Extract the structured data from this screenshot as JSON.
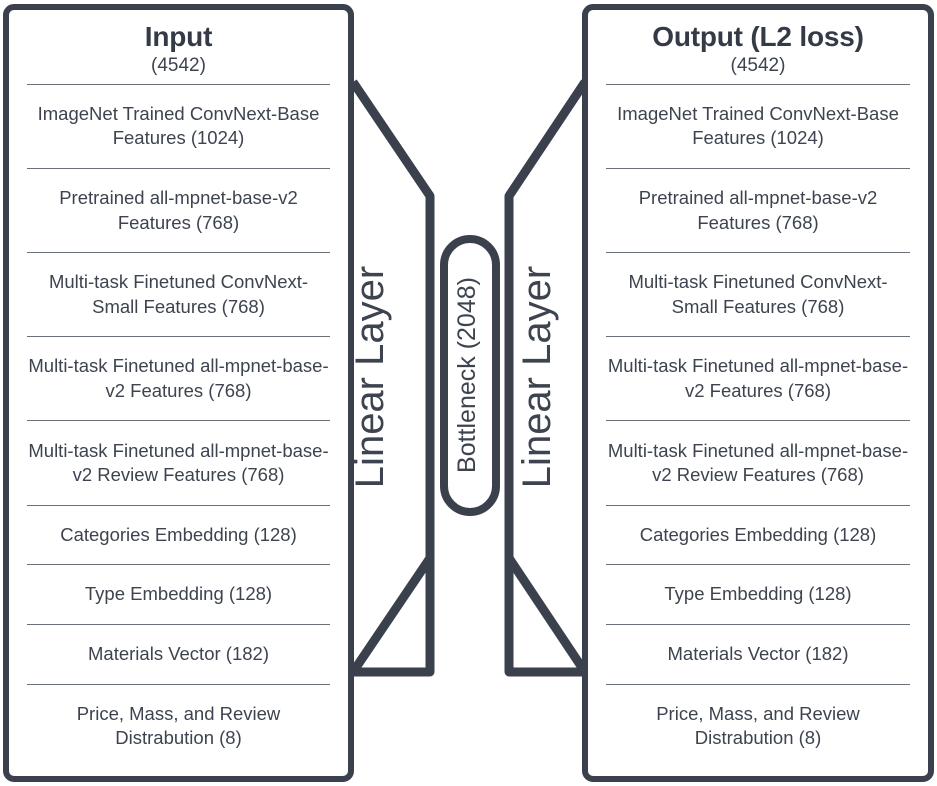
{
  "diagram": {
    "type": "autoencoder-architecture",
    "accent_color": "#3a414d",
    "separator_color": "#6b7178",
    "background_color": "#ffffff",
    "input_panel": {
      "title": "Input",
      "subtitle": "(4542)",
      "rows": [
        "ImageNet Trained ConvNext-Base Features (1024)",
        "Pretrained all-mpnet-base-v2 Features (768)",
        "Multi-task Finetuned ConvNext-Small Features (768)",
        "Multi-task Finetuned all-mpnet-base-v2 Features (768)",
        "Multi-task Finetuned all-mpnet-base-v2 Review Features (768)",
        "Categories Embedding (128)",
        "Type Embedding (128)",
        "Materials Vector (182)",
        "Price, Mass, and Review Distrabution (8)"
      ]
    },
    "output_panel": {
      "title": "Output (L2 loss)",
      "subtitle": "(4542)",
      "rows": [
        "ImageNet Trained ConvNext-Base Features (1024)",
        "Pretrained all-mpnet-base-v2 Features (768)",
        "Multi-task Finetuned ConvNext-Small Features (768)",
        "Multi-task Finetuned all-mpnet-base-v2 Features (768)",
        "Multi-task Finetuned all-mpnet-base-v2 Review Features (768)",
        "Categories Embedding (128)",
        "Type Embedding (128)",
        "Materials Vector (182)",
        "Price, Mass, and Review Distrabution (8)"
      ]
    },
    "encoder_label": "Linear Layer",
    "decoder_label": "Linear Layer",
    "bottleneck_label": "Bottleneck (2048)"
  }
}
